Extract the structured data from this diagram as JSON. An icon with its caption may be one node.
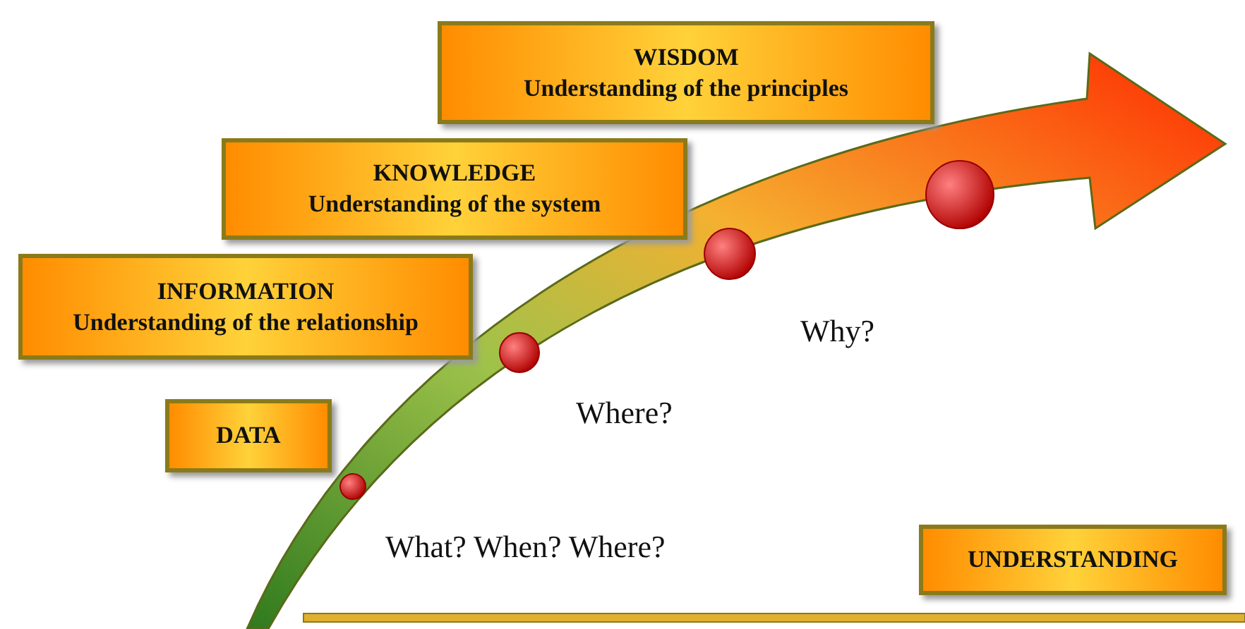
{
  "diagram": {
    "nodes": [
      {
        "text": [
          "DATA"
        ]
      },
      {
        "text": [
          "INFORMATION",
          "Understanding of the relationship"
        ]
      },
      {
        "text": [
          "KNOWLEDGE",
          "Understanding of the system"
        ]
      },
      {
        "text": [
          "WISDOM",
          "Understanding of the principles"
        ]
      },
      {
        "text": [
          "UNDERSTANDING"
        ]
      }
    ],
    "edges": [],
    "labels": [
      "What? When? Where?",
      "Where?",
      "Why?"
    ]
  }
}
